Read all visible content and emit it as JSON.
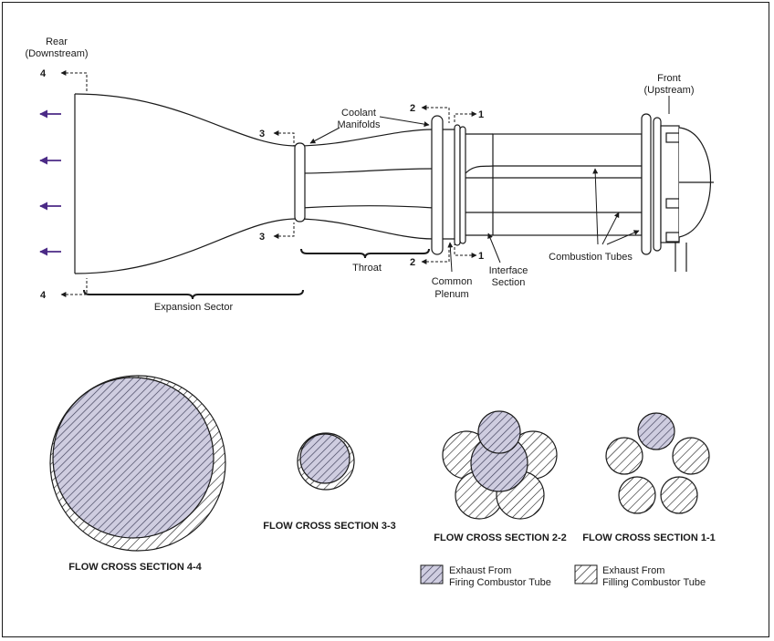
{
  "labels": {
    "rear_line1": "Rear",
    "rear_line2": "(Downstream)",
    "front_line1": "Front",
    "front_line2": "(Upstream)",
    "coolant_line1": "Coolant",
    "coolant_line2": "Manifolds",
    "throat": "Throat",
    "expansion_sector": "Expansion Sector",
    "common_line1": "Common",
    "common_line2": "Plenum",
    "interface_line1": "Interface",
    "interface_line2": "Section",
    "combustion_tubes": "Combustion Tubes"
  },
  "station_numbers": {
    "s4_top": "4",
    "s4_bottom": "4",
    "s3_top": "3",
    "s3_bottom": "3",
    "s2_top": "2",
    "s2_bottom": "2",
    "s1_top": "1",
    "s1_bottom": "1"
  },
  "cross_sections": {
    "s44": "FLOW CROSS SECTION 4-4",
    "s33": "FLOW CROSS SECTION 3-3",
    "s22": "FLOW CROSS SECTION 2-2",
    "s11": "FLOW CROSS SECTION 1-1"
  },
  "legend": {
    "firing_line1": "Exhaust From",
    "firing_line2": "Firing Combustor Tube",
    "filling_line1": "Exhaust From",
    "filling_line2": "Filling Combustor Tube"
  },
  "colors": {
    "firing_fill": "#cfcde0",
    "hatch_firing": "#3a3a55",
    "hatch_filling": "#1a1a1a",
    "flow_arrow": "#4b2a86",
    "line": "#1a1a1a"
  }
}
